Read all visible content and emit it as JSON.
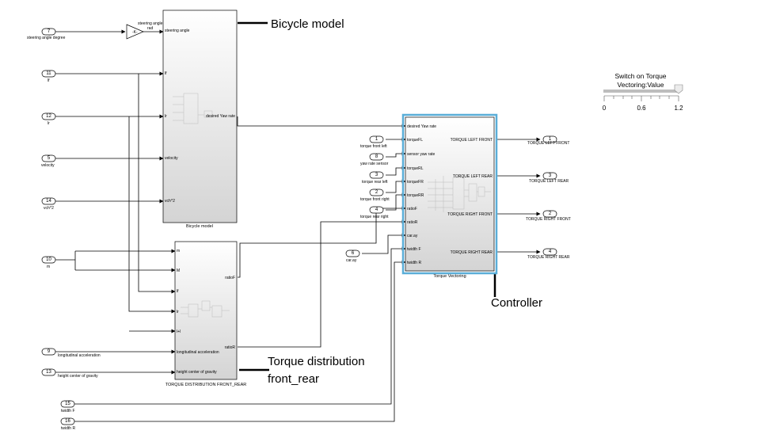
{
  "annotations": {
    "bicycle_model": "Bicycle model",
    "controller": "Controller",
    "torque_dist_line1": "Torque distribution",
    "torque_dist_line2": "front_rear"
  },
  "slider": {
    "title_line1": "Switch on Torque",
    "title_line2": "Vectoring:Value",
    "ticks": [
      "0",
      "0.6",
      "1.2"
    ]
  },
  "inports": [
    {
      "num": "7",
      "label": "steering angle degree"
    },
    {
      "num": "11",
      "label": "lf"
    },
    {
      "num": "12",
      "label": "lr"
    },
    {
      "num": "5",
      "label": "velocity"
    },
    {
      "num": "14",
      "label": "vch^2"
    },
    {
      "num": "10",
      "label": "m"
    },
    {
      "num": "9",
      "label": "longitudinal acceleration"
    },
    {
      "num": "13",
      "label": "height center of gravity"
    },
    {
      "num": "15",
      "label": "twidth F"
    },
    {
      "num": "16",
      "label": "twidth R"
    },
    {
      "num": "1",
      "label": "torque front left"
    },
    {
      "num": "8",
      "label": "yaw rate sensor"
    },
    {
      "num": "3",
      "label": "torque rear left"
    },
    {
      "num": "2",
      "label": "torque front right"
    },
    {
      "num": "4",
      "label": "torque rear right"
    },
    {
      "num": "6",
      "label": "car.ay"
    }
  ],
  "outports": [
    {
      "num": "1",
      "label": "TORQUE LEFT FRONT"
    },
    {
      "num": "3",
      "label": "TORQUE LEFT REAR"
    },
    {
      "num": "2",
      "label": "TORQUE RIGHT FRONT"
    },
    {
      "num": "4",
      "label": "TORQUE RIGHT REAR"
    }
  ],
  "gain": {
    "text": "-K-",
    "out_label_line1": "steering angle",
    "out_label_line2": "rad"
  },
  "bicycle_block": {
    "name": "Bicycle model",
    "in_ports": [
      "steering angle",
      "lf",
      "lr",
      "velocity",
      "vch^2"
    ],
    "out_ports": [
      "desired Yaw rate"
    ]
  },
  "torque_dist_block": {
    "name": "TORQUE DISTRIBUTION FRONT_REAR",
    "in_ports": [
      "m",
      "M",
      "lf",
      "lr",
      "l+l",
      "longitudinal acceleration",
      "height center of gravity"
    ],
    "out_ports": [
      "ratioF",
      "ratioR"
    ]
  },
  "torque_vectoring_block": {
    "name": "Torque Vectoring",
    "in_ports": [
      "desired Yaw rate",
      "torqueFL",
      "sensor yaw rate",
      "torqueRL",
      "torqueFR",
      "torqueRR",
      "ratioF",
      "ratioR",
      "car.ay",
      "twidth F",
      "twidth R"
    ],
    "out_ports": [
      "TORQUE LEFT FRONT",
      "TORQUE LEFT REAR",
      "TORQUE RIGHT FRONT",
      "TORQUE RIGHT REAR"
    ]
  }
}
